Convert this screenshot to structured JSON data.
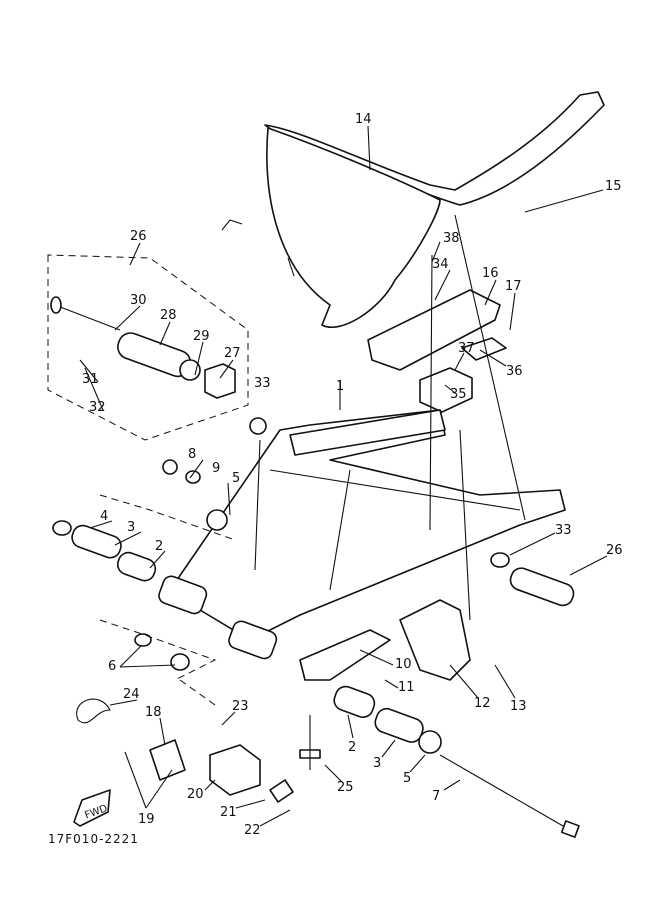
{
  "diagram": {
    "code": "17F010-2221",
    "fwd_label": "FWD",
    "callouts": [
      {
        "n": "14"
      },
      {
        "n": "15"
      },
      {
        "n": "26"
      },
      {
        "n": "38"
      },
      {
        "n": "34"
      },
      {
        "n": "16"
      },
      {
        "n": "17"
      },
      {
        "n": "30"
      },
      {
        "n": "28"
      },
      {
        "n": "29"
      },
      {
        "n": "27"
      },
      {
        "n": "31"
      },
      {
        "n": "32"
      },
      {
        "n": "33"
      },
      {
        "n": "1"
      },
      {
        "n": "37"
      },
      {
        "n": "36"
      },
      {
        "n": "35"
      },
      {
        "n": "8"
      },
      {
        "n": "9"
      },
      {
        "n": "5"
      },
      {
        "n": "4"
      },
      {
        "n": "3"
      },
      {
        "n": "2"
      },
      {
        "n": "33"
      },
      {
        "n": "26"
      },
      {
        "n": "6"
      },
      {
        "n": "10"
      },
      {
        "n": "11"
      },
      {
        "n": "12"
      },
      {
        "n": "13"
      },
      {
        "n": "24"
      },
      {
        "n": "23"
      },
      {
        "n": "18"
      },
      {
        "n": "2"
      },
      {
        "n": "25"
      },
      {
        "n": "3"
      },
      {
        "n": "5"
      },
      {
        "n": "7"
      },
      {
        "n": "20"
      },
      {
        "n": "21"
      },
      {
        "n": "22"
      },
      {
        "n": "19"
      }
    ]
  }
}
